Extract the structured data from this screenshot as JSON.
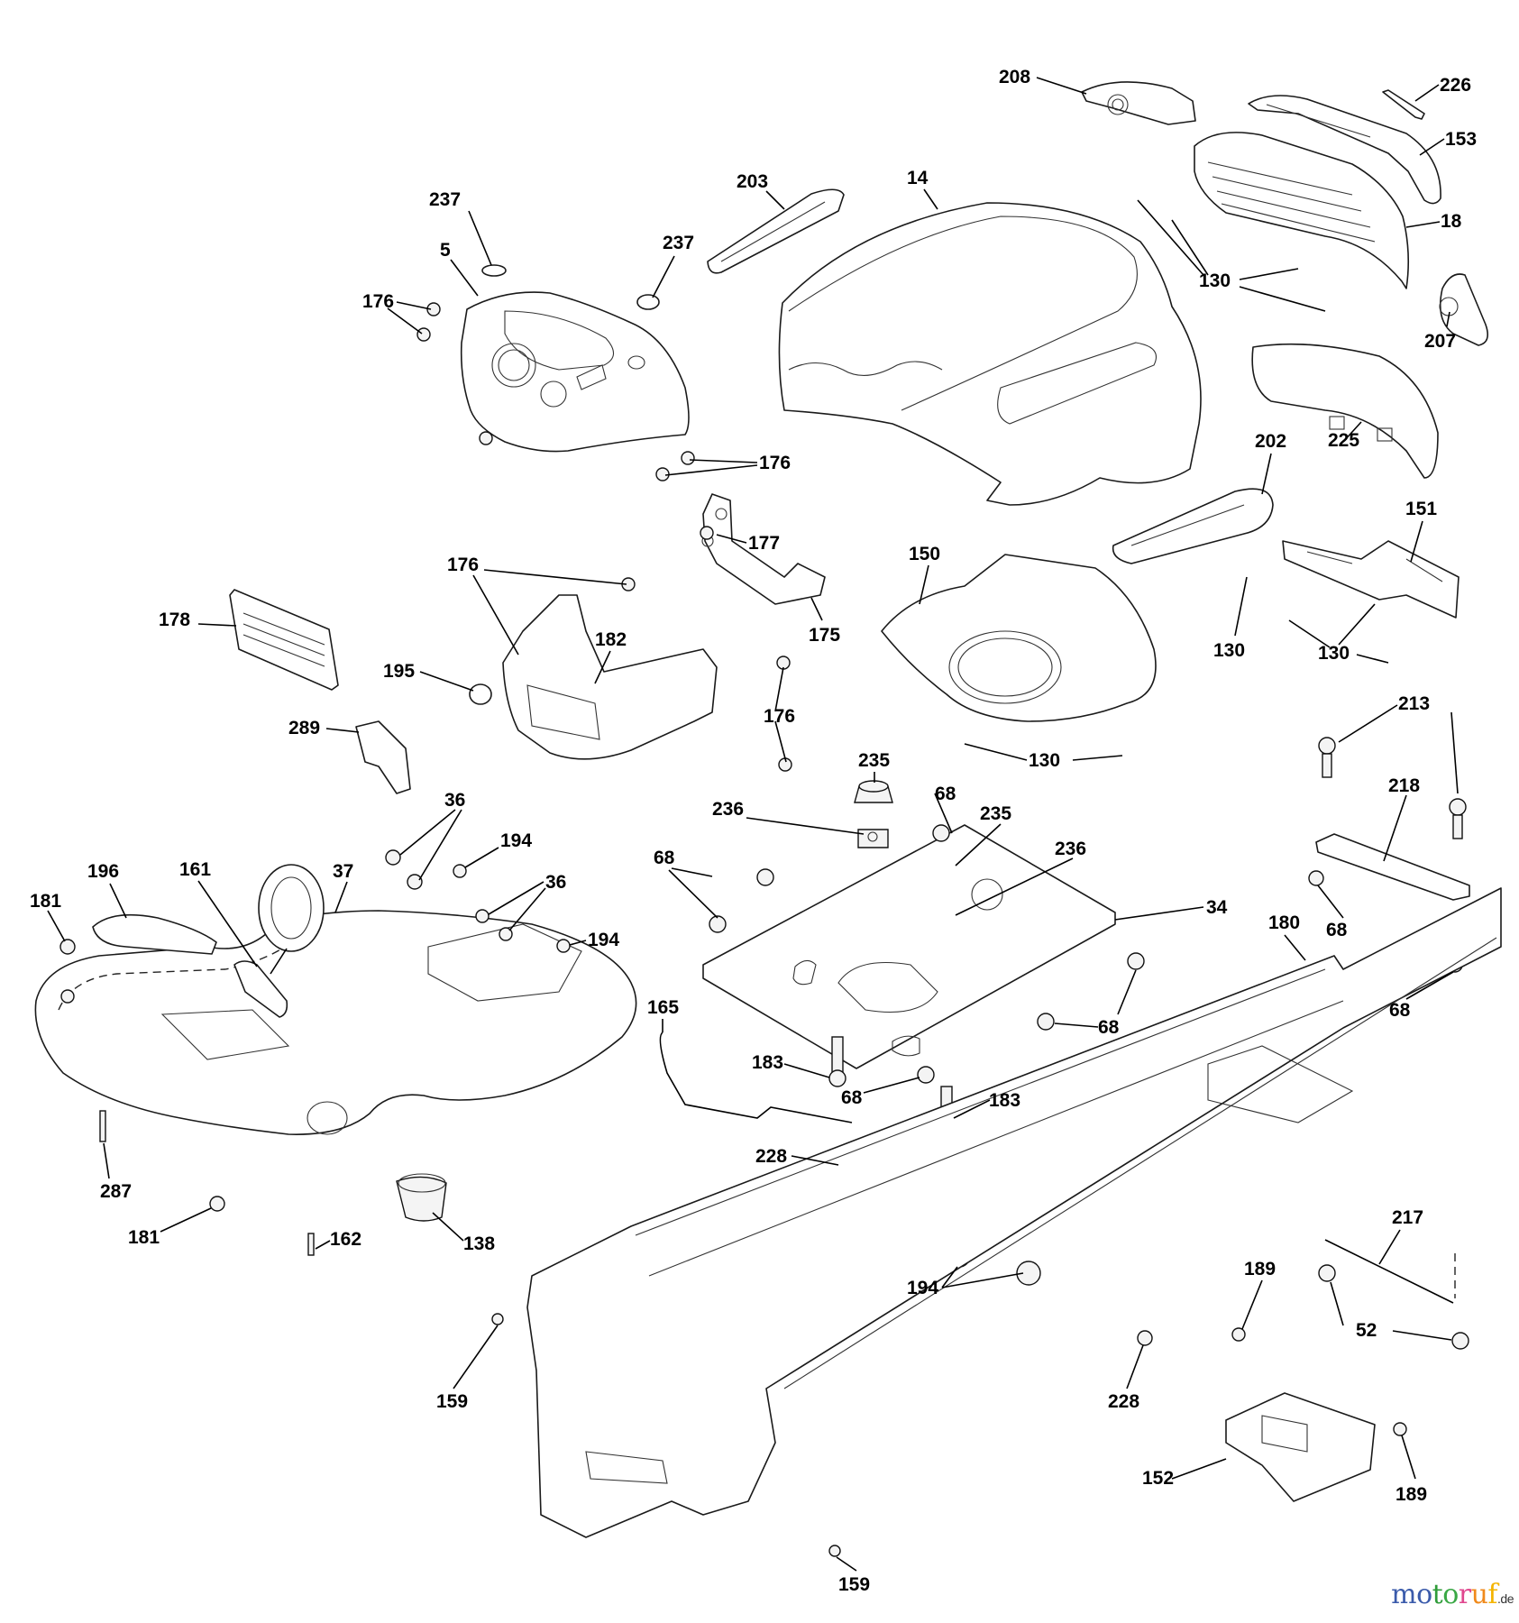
{
  "diagram": {
    "title": "Chassis / Hood / Frame parts diagram",
    "callouts": [
      {
        "id": "c208",
        "label": "208"
      },
      {
        "id": "c226",
        "label": "226"
      },
      {
        "id": "c153",
        "label": "153"
      },
      {
        "id": "c18",
        "label": "18"
      },
      {
        "id": "c207",
        "label": "207"
      },
      {
        "id": "c130a",
        "label": "130"
      },
      {
        "id": "c203",
        "label": "203"
      },
      {
        "id": "c14",
        "label": "14"
      },
      {
        "id": "c237a",
        "label": "237"
      },
      {
        "id": "c237b",
        "label": "237"
      },
      {
        "id": "c5",
        "label": "5"
      },
      {
        "id": "c176a",
        "label": "176"
      },
      {
        "id": "c176b",
        "label": "176"
      },
      {
        "id": "c202",
        "label": "202"
      },
      {
        "id": "c225",
        "label": "225"
      },
      {
        "id": "c151",
        "label": "151"
      },
      {
        "id": "c177",
        "label": "177"
      },
      {
        "id": "c175",
        "label": "175"
      },
      {
        "id": "c150",
        "label": "150"
      },
      {
        "id": "c176c",
        "label": "176"
      },
      {
        "id": "c178",
        "label": "178"
      },
      {
        "id": "c182",
        "label": "182"
      },
      {
        "id": "c195",
        "label": "195"
      },
      {
        "id": "c176d",
        "label": "176"
      },
      {
        "id": "c289",
        "label": "289"
      },
      {
        "id": "c130b",
        "label": "130"
      },
      {
        "id": "c130c",
        "label": "130"
      },
      {
        "id": "c130d",
        "label": "130"
      },
      {
        "id": "c213",
        "label": "213"
      },
      {
        "id": "c235a",
        "label": "235"
      },
      {
        "id": "c68a",
        "label": "68"
      },
      {
        "id": "c218",
        "label": "218"
      },
      {
        "id": "c236a",
        "label": "236"
      },
      {
        "id": "c235b",
        "label": "235"
      },
      {
        "id": "c36a",
        "label": "36"
      },
      {
        "id": "c194a",
        "label": "194"
      },
      {
        "id": "c36b",
        "label": "36"
      },
      {
        "id": "c196",
        "label": "196"
      },
      {
        "id": "c161",
        "label": "161"
      },
      {
        "id": "c37",
        "label": "37"
      },
      {
        "id": "c236b",
        "label": "236"
      },
      {
        "id": "c68b",
        "label": "68"
      },
      {
        "id": "c181a",
        "label": "181"
      },
      {
        "id": "c194b",
        "label": "194"
      },
      {
        "id": "c34",
        "label": "34"
      },
      {
        "id": "c180",
        "label": "180"
      },
      {
        "id": "c68c",
        "label": "68"
      },
      {
        "id": "c68d",
        "label": "68"
      },
      {
        "id": "c68e",
        "label": "68"
      },
      {
        "id": "c165",
        "label": "165"
      },
      {
        "id": "c183a",
        "label": "183"
      },
      {
        "id": "c68f",
        "label": "68"
      },
      {
        "id": "c183b",
        "label": "183"
      },
      {
        "id": "c228a",
        "label": "228"
      },
      {
        "id": "c287",
        "label": "287"
      },
      {
        "id": "c181b",
        "label": "181"
      },
      {
        "id": "c162",
        "label": "162"
      },
      {
        "id": "c138",
        "label": "138"
      },
      {
        "id": "c217",
        "label": "217"
      },
      {
        "id": "c194c",
        "label": "194"
      },
      {
        "id": "c189a",
        "label": "189"
      },
      {
        "id": "c52",
        "label": "52"
      },
      {
        "id": "c159a",
        "label": "159"
      },
      {
        "id": "c228b",
        "label": "228"
      },
      {
        "id": "c152",
        "label": "152"
      },
      {
        "id": "c189b",
        "label": "189"
      },
      {
        "id": "c159b",
        "label": "159"
      }
    ]
  },
  "watermark": {
    "letters": [
      {
        "ch": "m",
        "color": "#3b5bab"
      },
      {
        "ch": "o",
        "color": "#3b5bab"
      },
      {
        "ch": "t",
        "color": "#2f9c3a"
      },
      {
        "ch": "o",
        "color": "#3aa845"
      },
      {
        "ch": "r",
        "color": "#e0478f"
      },
      {
        "ch": "u",
        "color": "#f08a1c"
      },
      {
        "ch": "f",
        "color": "#f4b400"
      }
    ],
    "text": "motoruf",
    "tld": ".de"
  }
}
